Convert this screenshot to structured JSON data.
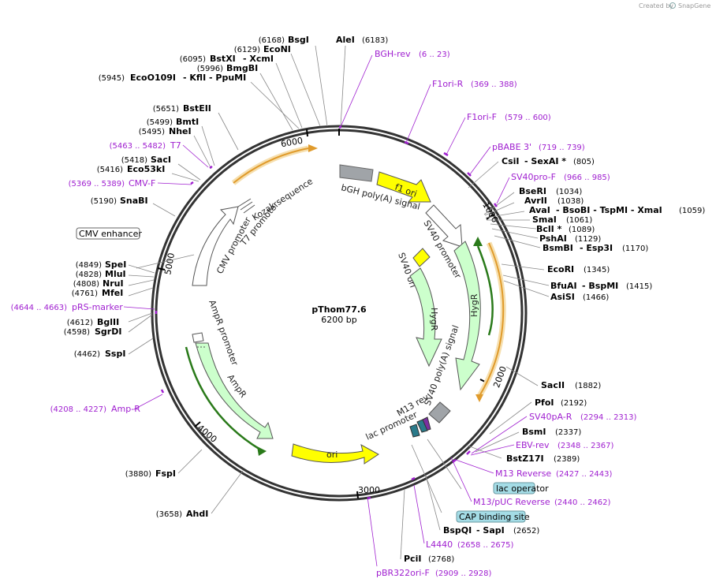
{
  "credit": {
    "prefix": "Created by",
    "brand": "SnapGene"
  },
  "plasmid": {
    "name": "pThom77.6",
    "size": "6200 bp",
    "length": 6200
  },
  "ticks": [
    "1000",
    "2000",
    "3000",
    "4000",
    "5000",
    "6000"
  ],
  "colors": {
    "primer": "#a020d0",
    "yellow": "#ffff00",
    "green": "#ccffcc",
    "gray": "#a0a4a8",
    "orange": "#f0a830",
    "backbone": "#333333"
  },
  "enzymes": [
    {
      "pos": "(6168)",
      "name": "BsgI"
    },
    {
      "name": "AleI",
      "pos": "(6183)"
    },
    {
      "pos": "(6129)",
      "name": "EcoNI"
    },
    {
      "pos": "(6095)",
      "name": "BstXI",
      "extra": "- XcmI"
    },
    {
      "pos": "(5996)",
      "name": "BmgBI"
    },
    {
      "pos": "(5945)",
      "name": "EcoO109I",
      "extra": "- KflI   - PpuMI"
    },
    {
      "pos": "(5651)",
      "name": "BstEII"
    },
    {
      "pos": "(5499)",
      "name": "BmtI"
    },
    {
      "pos": "(5495)",
      "name": "NheI"
    },
    {
      "pos": "(5418)",
      "name": "SacI"
    },
    {
      "pos": "(5416)",
      "name": "Eco53kI"
    },
    {
      "pos": "(5190)",
      "name": "SnaBI"
    },
    {
      "pos": "(4849)",
      "name": "SpeI"
    },
    {
      "pos": "(4828)",
      "name": "MluI"
    },
    {
      "pos": "(4808)",
      "name": "NruI"
    },
    {
      "pos": "(4761)",
      "name": "MfeI"
    },
    {
      "pos": "(4612)",
      "name": "BglII"
    },
    {
      "pos": "(4598)",
      "name": "SgrDI"
    },
    {
      "pos": "(4462)",
      "name": "SspI"
    },
    {
      "pos": "(3880)",
      "name": "FspI"
    },
    {
      "pos": "(3658)",
      "name": "AhdI"
    },
    {
      "name": "CsiI",
      "extra": "- SexAI *",
      "pos": "(805)"
    },
    {
      "name": "BseRI",
      "pos": "(1034)"
    },
    {
      "name": "AvrII",
      "pos": "(1038)"
    },
    {
      "name": "AvaI",
      "extra": "- BsoBI   - TspMI   - XmaI",
      "pos": "(1059)"
    },
    {
      "name": "SmaI",
      "pos": "(1061)"
    },
    {
      "name": "BclI *",
      "pos": "(1089)"
    },
    {
      "name": "PshAI",
      "pos": "(1129)"
    },
    {
      "name": "BsmBI",
      "extra": "- Esp3I",
      "pos": "(1170)"
    },
    {
      "name": "EcoRI",
      "pos": "(1345)"
    },
    {
      "name": "BfuAI",
      "extra": "- BspMI",
      "pos": "(1415)"
    },
    {
      "name": "AsiSI",
      "pos": "(1466)"
    },
    {
      "name": "SacII",
      "pos": "(1882)"
    },
    {
      "name": "PfoI",
      "pos": "(2192)"
    },
    {
      "name": "BsmI",
      "pos": "(2337)"
    },
    {
      "name": "BstZ17I",
      "pos": "(2389)"
    },
    {
      "name": "BspQI",
      "extra": "- SapI",
      "pos": "(2652)"
    },
    {
      "name": "PciI",
      "pos": "(2768)"
    }
  ],
  "primers": [
    {
      "name": "BGH-rev",
      "range": "(6 .. 23)"
    },
    {
      "name": "F1ori-R",
      "range": "(369 .. 388)"
    },
    {
      "name": "F1ori-F",
      "range": "(579 .. 600)"
    },
    {
      "name": "pBABE 3'",
      "range": "(719 .. 739)"
    },
    {
      "name": "SV40pro-F",
      "range": "(966 .. 985)"
    },
    {
      "name": "SV40pA-R",
      "range": "(2294 .. 2313)"
    },
    {
      "name": "EBV-rev",
      "range": "(2348 .. 2367)"
    },
    {
      "name": "M13 Reverse",
      "range": "(2427 .. 2443)"
    },
    {
      "name": "M13/pUC Reverse",
      "range": "(2440 .. 2462)"
    },
    {
      "name": "L4440",
      "range": "(2658 .. 2675)"
    },
    {
      "name": "pBR322ori-F",
      "range": "(2909 .. 2928)"
    },
    {
      "name": "Amp-R",
      "range": "(4208 .. 4227)"
    },
    {
      "name": "pRS-marker",
      "range": "(4644 .. 4663)"
    },
    {
      "name": "CMV-F",
      "range": "(5369 .. 5389)"
    },
    {
      "name": "T7",
      "range": "(5463 .. 5482)"
    }
  ],
  "boxed_features": [
    "lac operator",
    "CAP binding site",
    "CMV enhancer"
  ],
  "features": {
    "f1_ori": "f1 ori",
    "bgh": "bGH poly(A) signal",
    "sv40_promoter": "SV40 promoter",
    "sv40_ori": "SV40 ori",
    "hygr": "HygR",
    "sv40_pa": "SV40 poly(A) signal",
    "m13_rev": "M13 rev",
    "lac_promoter": "lac promoter",
    "ori": "ori",
    "ampr": "AmpR",
    "ampr_promoter": "AmpR promoter",
    "cmv_promoter": "CMV promoter",
    "t7_promoter": "T7 promoter",
    "kozak": "Kozak sequence"
  }
}
